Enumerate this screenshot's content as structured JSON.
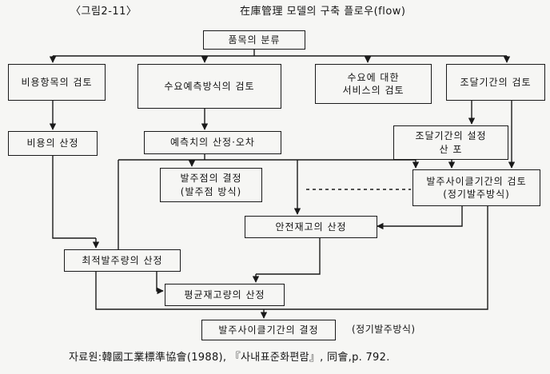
{
  "figure_label": "〈그림2-11〉",
  "title": "在庫管理 모델의 구축 플로우(flow)",
  "nodes": {
    "item_classification": {
      "label": "품목의 분류"
    },
    "cost_items_review": {
      "label": "비용항목의 검토"
    },
    "demand_forecast_review": {
      "label": "수요예측방식의 검토"
    },
    "demand_service_review": {
      "line1": "수요에 대한",
      "line2": "서비스의 검토"
    },
    "lead_time_review": {
      "label": "조달기간의 검토"
    },
    "cost_calculation": {
      "label": "비용의 산정"
    },
    "forecast_calculation": {
      "label": "예측치의 산정·오차"
    },
    "lead_time_setting": {
      "line1": "조달기간의 설정",
      "line2": "산 포"
    },
    "reorder_point": {
      "line1": "발주점의 결정",
      "line2": "(발주점 방식)"
    },
    "order_cycle_review": {
      "line1": "발주사이클기간의 검토",
      "line2": "(정기발주방식)"
    },
    "safety_stock": {
      "label": "안전재고의 산정"
    },
    "optimal_order_qty": {
      "label": "최적발주량의 산정"
    },
    "average_stock": {
      "label": "평균재고량의 산정"
    },
    "order_cycle_decision": {
      "label": "발주사이클기간의 결정"
    }
  },
  "side_note": "(정기발주방식)",
  "source": "자료원:韓國工業標準協會(1988), 『사내표준화편람』, 同會,p. 792."
}
